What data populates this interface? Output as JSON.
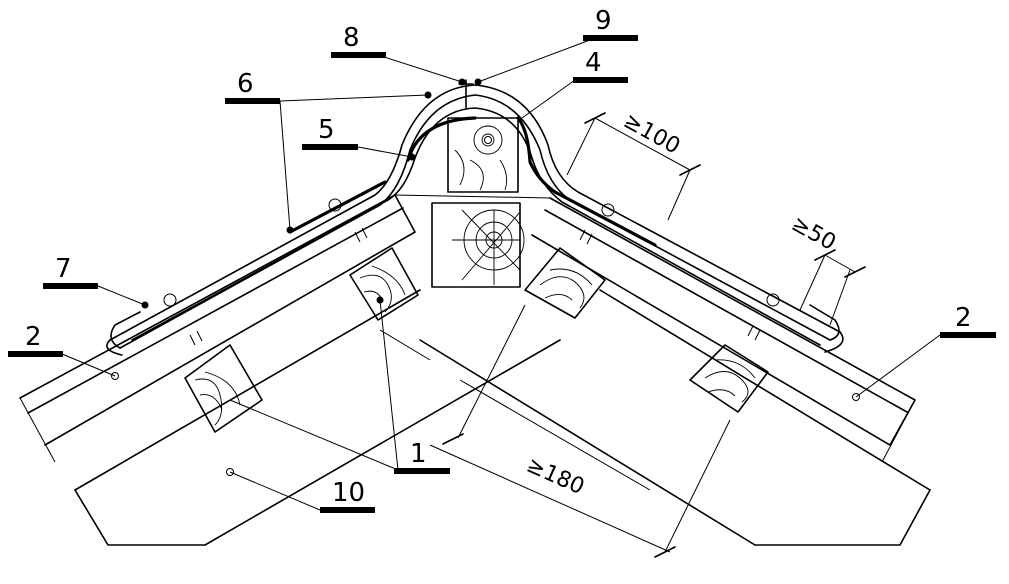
{
  "callouts": [
    {
      "id": "c1",
      "text": "1"
    },
    {
      "id": "c2a",
      "text": "2"
    },
    {
      "id": "c2b",
      "text": "2"
    },
    {
      "id": "c4",
      "text": "4"
    },
    {
      "id": "c5",
      "text": "5"
    },
    {
      "id": "c6",
      "text": "6"
    },
    {
      "id": "c7",
      "text": "7"
    },
    {
      "id": "c8",
      "text": "8"
    },
    {
      "id": "c9",
      "text": "9"
    },
    {
      "id": "c10",
      "text": "10"
    }
  ],
  "dimensions": {
    "overlap": "≥100",
    "fold": "≥50",
    "span": "≥180"
  }
}
